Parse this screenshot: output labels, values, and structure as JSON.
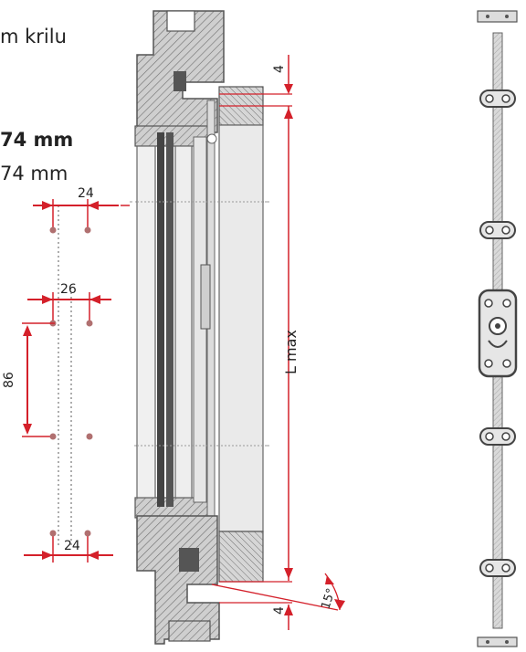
{
  "text": {
    "krilu": "m krilu",
    "bold_value": "74 mm",
    "value": "74 mm"
  },
  "dimensions": {
    "top_gap": "4",
    "bottom_gap": "4",
    "length": "L max",
    "angle": "15°",
    "spacing_top": "24",
    "spacing_mid": "26",
    "spacing_bottom": "24",
    "vertical_spacing": "86"
  },
  "colors": {
    "dimension_red": "#d4202a",
    "outline": "#555555",
    "hatch": "#8a8a8a",
    "glass": "#eeeeee"
  }
}
